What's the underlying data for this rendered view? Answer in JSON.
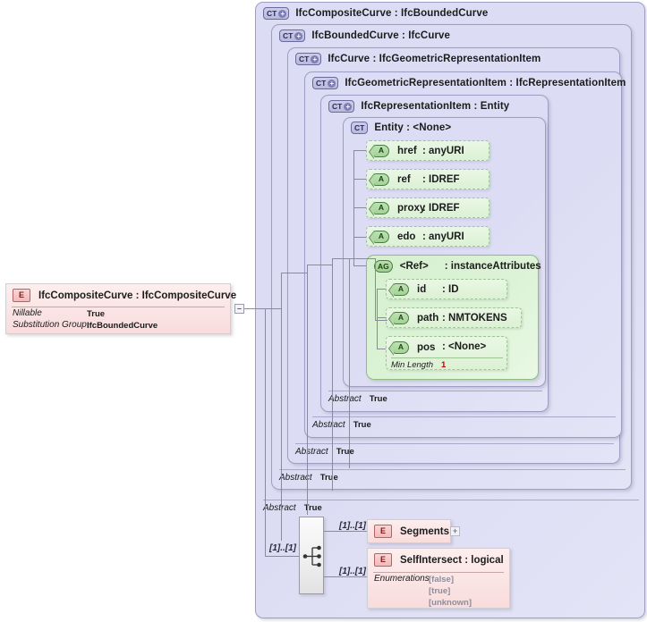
{
  "diagram": {
    "title": "IfcCompositeCurve XSD content model",
    "accent_complextype": "#dcdcf4",
    "accent_attributegroup": "#d6f0cf",
    "accent_element": "#f9dcdc"
  },
  "left_element": {
    "icon": "element-icon",
    "icon_label": "E",
    "title": "IfcCompositeCurve : IfcCompositeCurve",
    "properties": [
      {
        "label": "Nillable",
        "value": "True"
      },
      {
        "label": "Substitution Group",
        "value": "IfcBoundedCurve"
      }
    ],
    "collapse_glyph": "–"
  },
  "complex_types": [
    {
      "icon_label": "CT",
      "has_plus": true,
      "title": "IfcCompositeCurve : IfcBoundedCurve",
      "footer_label": "Abstract",
      "footer_value": "True"
    },
    {
      "icon_label": "CT",
      "has_plus": true,
      "title": "IfcBoundedCurve : IfcCurve",
      "footer_label": "Abstract",
      "footer_value": "True"
    },
    {
      "icon_label": "CT",
      "has_plus": true,
      "title": "IfcCurve  : IfcGeometricRepresentationItem",
      "footer_label": "Abstract",
      "footer_value": "True"
    },
    {
      "icon_label": "CT",
      "has_plus": true,
      "title": "IfcGeometricRepresentationItem : IfcRepresentationItem",
      "footer_label": "Abstract",
      "footer_value": "True"
    },
    {
      "icon_label": "CT",
      "has_plus": true,
      "title": "IfcRepresentationItem  : Entity",
      "footer_label": "Abstract",
      "footer_value": "True"
    },
    {
      "icon_label": "CT",
      "has_plus": false,
      "title": "Entity     : <None>",
      "footer_label": "",
      "footer_value": ""
    }
  ],
  "entity_attributes": [
    {
      "icon_label": "A",
      "name": "href",
      "type": ": anyURI"
    },
    {
      "icon_label": "A",
      "name": "ref",
      "type": ": IDREF"
    },
    {
      "icon_label": "A",
      "name": "proxy",
      "type": ": IDREF"
    },
    {
      "icon_label": "A",
      "name": "edo",
      "type": ": anyURI"
    }
  ],
  "attribute_group": {
    "icon_label": "AG",
    "name": "<Ref>",
    "type": ": instanceAttributes",
    "attributes": [
      {
        "icon_label": "A",
        "name": "id",
        "type": ": ID",
        "facet_label": "",
        "facet_value": ""
      },
      {
        "icon_label": "A",
        "name": "path",
        "type": ": NMTOKENS",
        "facet_label": "",
        "facet_value": ""
      },
      {
        "icon_label": "A",
        "name": "pos",
        "type": ": <None>",
        "facet_label": "Min Length",
        "facet_value": "1"
      }
    ]
  },
  "sequence": {
    "icon": "sequence-compositor-icon",
    "incoming_cardinality": "[1]..[1]",
    "branches": [
      {
        "cardinality": "[1]..[1]"
      },
      {
        "cardinality": "[1]..[1]"
      }
    ]
  },
  "child_elements": [
    {
      "icon_label": "E",
      "title": "Segments",
      "expander": "+",
      "properties": []
    },
    {
      "icon_label": "E",
      "title": "SelfIntersect : logical",
      "expander": "",
      "properties": [
        {
          "label": "Enumerations",
          "value": "[false]"
        },
        {
          "label": "",
          "value": "[true]"
        },
        {
          "label": "",
          "value": "[unknown]"
        }
      ]
    }
  ]
}
